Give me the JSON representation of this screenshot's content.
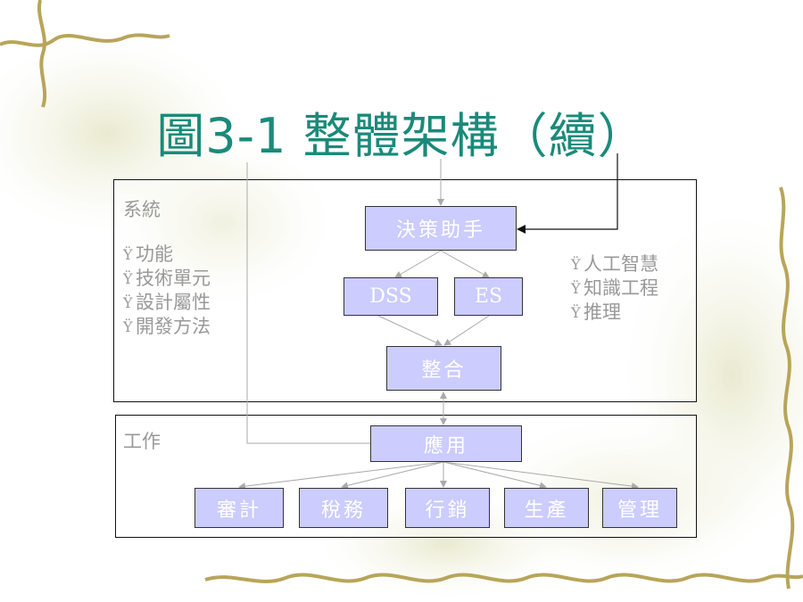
{
  "title": "圖3-1 整體架構（續）",
  "system_box": {
    "label": "系統",
    "left_list": [
      "功能",
      "技術單元",
      "設計屬性",
      "開發方法"
    ],
    "right_list": [
      "人工智慧",
      "知識工程",
      "推理"
    ]
  },
  "work_box": {
    "label": "工作"
  },
  "nodes": {
    "assistant": "決策助手",
    "dss": "DSS",
    "es": "ES",
    "integration": "整合",
    "application": "應用",
    "audit": "審計",
    "tax": "稅務",
    "marketing": "行銷",
    "production": "生產",
    "management": "管理"
  },
  "bullet_glyph": "Ÿ",
  "colors": {
    "title": "#1a8a7a",
    "node_fill": "#ccccff",
    "gray_text": "#999999"
  }
}
